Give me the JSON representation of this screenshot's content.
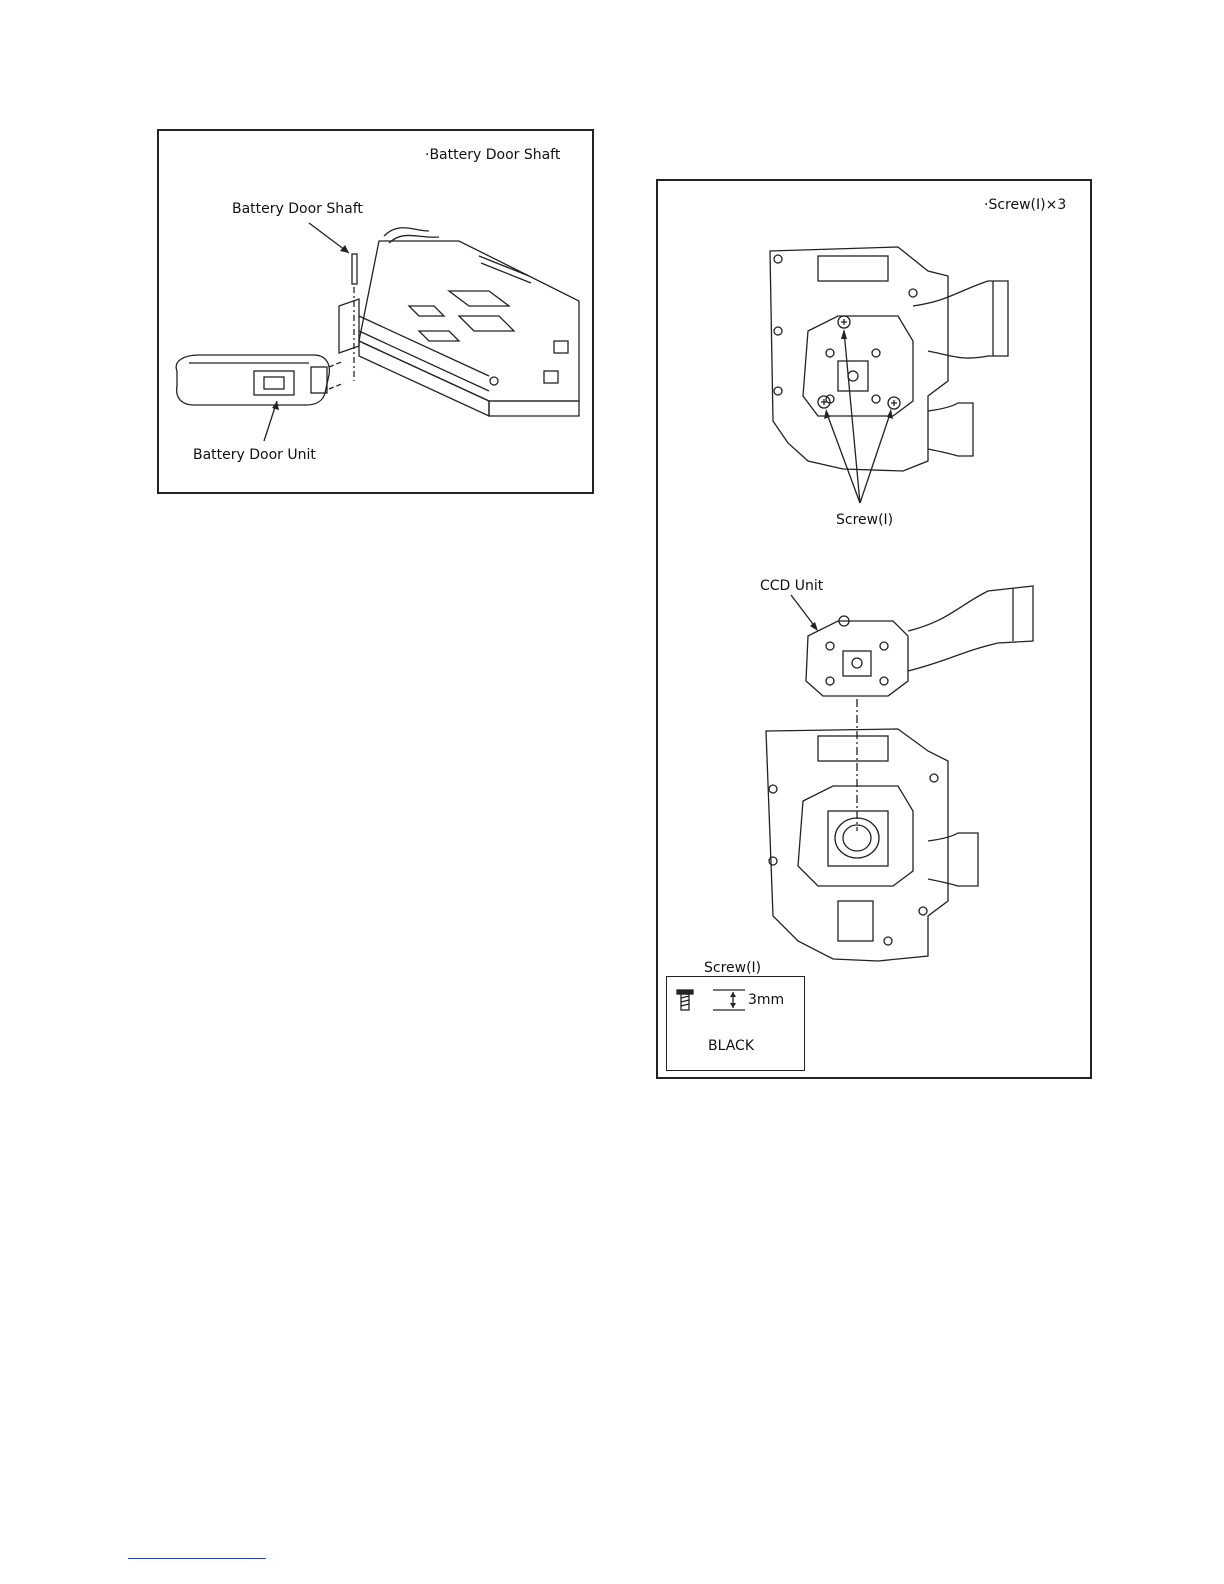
{
  "battery_panel": {
    "header": "·Battery Door Shaft",
    "label_shaft": "Battery Door Shaft",
    "label_unit": "Battery Door Unit"
  },
  "ccd_panel": {
    "header": "·Screw(I)×3",
    "label_screw": "Screw(I)",
    "label_ccd": "CCD Unit",
    "legend": {
      "title": "Screw(I)",
      "size": "3mm",
      "color_name": "BLACK"
    }
  },
  "colors": {
    "line": "#222222",
    "footer_link": "#2a3fb0"
  }
}
